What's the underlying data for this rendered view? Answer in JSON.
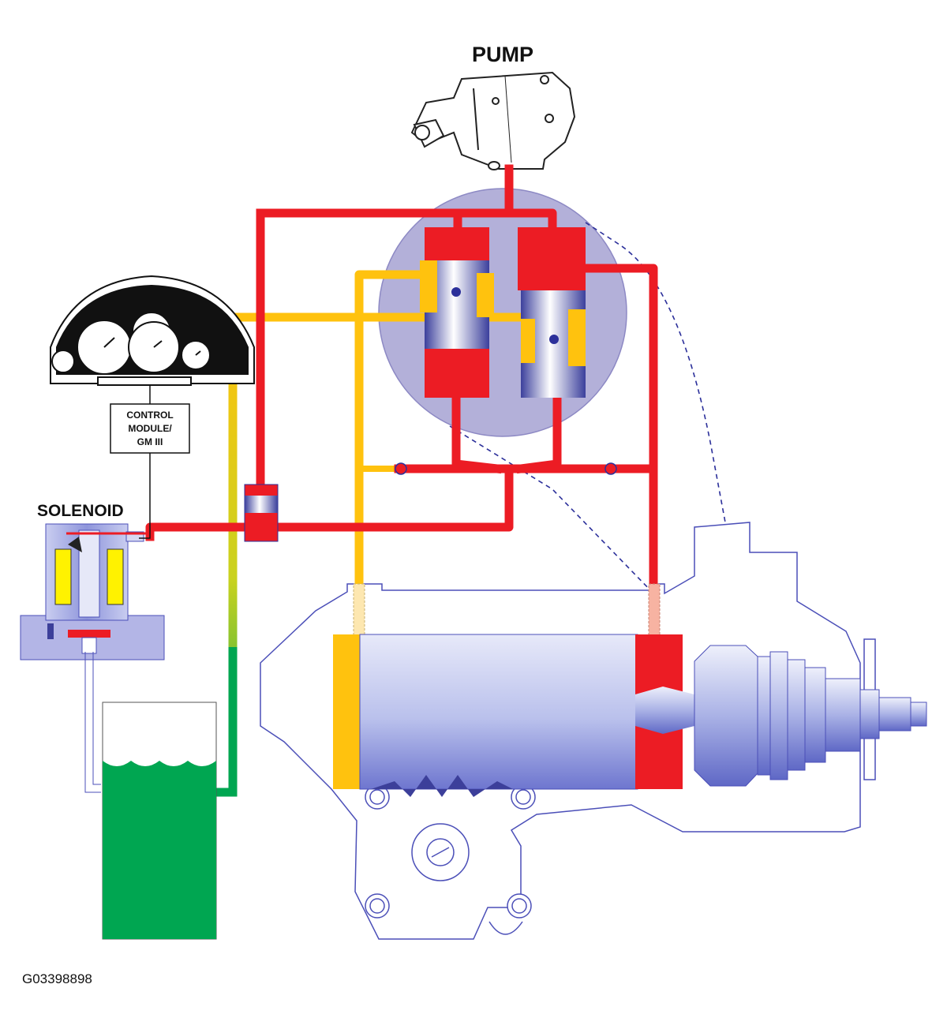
{
  "labels": {
    "pump": "PUMP",
    "solenoid": "SOLENOID",
    "control_module": [
      "CONTROL",
      "MODULE/",
      "GM III"
    ],
    "figure_id": "G03398898"
  },
  "colors": {
    "pressure": "#ec1c24",
    "return": "#ffc20e",
    "fluid": "#00a651",
    "valve_body": "#b3b0d9",
    "outline": "#4b4fb8",
    "metal_dark": "#3c3f9a",
    "metal_light": "#e6e8f8"
  }
}
